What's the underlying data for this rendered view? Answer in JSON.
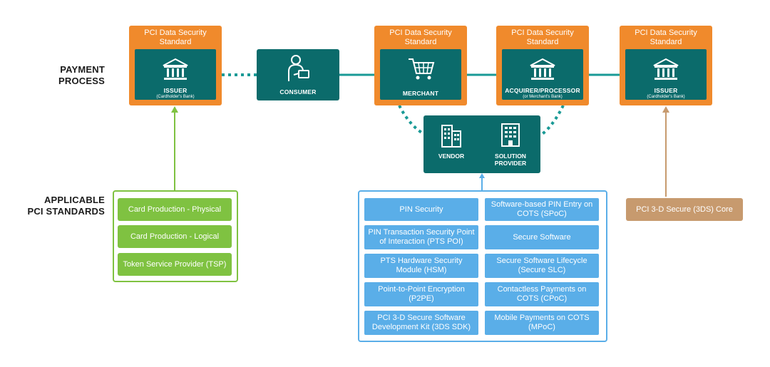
{
  "labels": {
    "payment_process": "PAYMENT\nPROCESS",
    "applicable": "APPLICABLE\nPCI STANDARDS"
  },
  "payment_nodes": {
    "issuer_left": {
      "frame_title": "PCI Data Security Standard",
      "label": "ISSUER",
      "sub": "(Cardholder's Bank)",
      "icon": "bank-icon"
    },
    "consumer": {
      "label": "CONSUMER",
      "icon": "person-with-card-icon"
    },
    "merchant": {
      "frame_title": "PCI Data Security Standard",
      "label": "MERCHANT",
      "icon": "shopping-cart-icon"
    },
    "acquirer": {
      "frame_title": "PCI Data Security Standard",
      "label": "ACQUIRER/PROCESSOR",
      "sub": "(or Merchant's Bank)",
      "icon": "bank-icon"
    },
    "issuer_right": {
      "frame_title": "PCI Data Security Standard",
      "label": "ISSUER",
      "sub": "(Cardholder's Bank)",
      "icon": "bank-icon"
    }
  },
  "vendor_box": {
    "vendor_label": "VENDOR",
    "solution_label": "SOLUTION\nPROVIDER",
    "icons": [
      "office-building-icon",
      "office-building-icon"
    ]
  },
  "green_standards": [
    "Card Production - Physical",
    "Card Production - Logical",
    "Token Service Provider (TSP)"
  ],
  "blue_standards": {
    "left": [
      "PIN Security",
      "PIN Transaction Security Point\nof Interaction (PTS POI)",
      "PTS Hardware Security\nModule (HSM)",
      "Point-to-Point Encryption\n(P2PE)",
      "PCI 3-D Secure Software\nDevelopment Kit (3DS SDK)"
    ],
    "right": [
      "Software-based PIN Entry on\nCOTS (SPoC)",
      "Secure Software",
      "Secure Software Lifecycle\n(Secure SLC)",
      "Contactless Payments on\nCOTS (CPoC)",
      "Mobile Payments on COTS\n(MPoC)"
    ]
  },
  "tan_standard": "PCI 3-D Secure (3DS) Core",
  "colors": {
    "orange": "#f08a2c",
    "teal": "#0b6b6b",
    "connector_teal": "#1a9a96",
    "green": "#7fc241",
    "blue": "#5aaee8",
    "tan": "#c79a6e"
  }
}
